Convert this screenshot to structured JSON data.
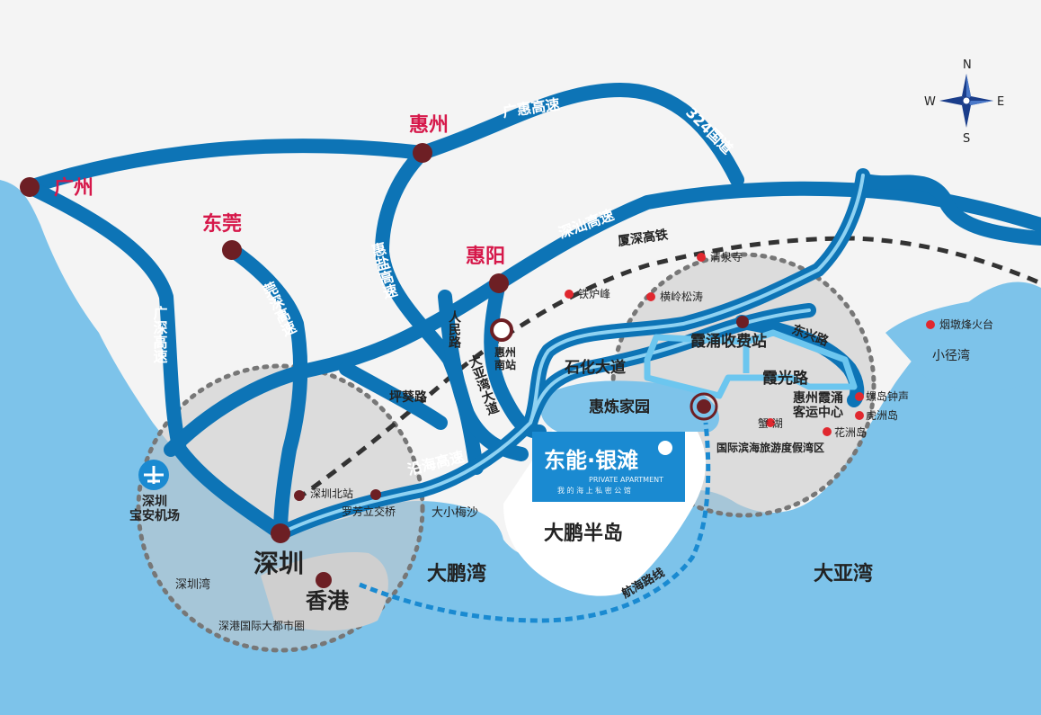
{
  "colors": {
    "sea": "#7dc3ea",
    "land": "#f4f4f4",
    "peninsula": "#ffffff",
    "circle_fill": "#cfcfcf",
    "road": "#0d74b6",
    "road_light": "#6cc6ef",
    "city_dot": "#6d1f24",
    "city_label": "#d6184a",
    "poi_dot": "#e0282f",
    "railway": "#333333",
    "brand_box": "#1a8ad1"
  },
  "cities": {
    "guangzhou": "广州",
    "huizhou": "惠州",
    "dongguan": "东莞",
    "huiyang": "惠阳",
    "shenzhen": "深圳",
    "hongkong": "香港"
  },
  "roads": {
    "guanghui": "广惠高速",
    "g324": "324国道",
    "shenshan": "深汕高速",
    "xiashen_rail": "厦深高铁",
    "guangshen": "广深高速",
    "guanshen": "莞深高速",
    "huiyan": "惠盐高速",
    "renmin": "人民路",
    "dayawan": "大亚湾大道",
    "pingkui": "坪葵路",
    "yanhai": "沿海高速",
    "shihua": "石化大道",
    "dongxing": "东兴路",
    "xiaguang": "霞光路",
    "ferry": "航海路线"
  },
  "stations": {
    "huizhou_south": "惠州\n南站",
    "shenzhen_north": "深圳北站",
    "luofang": "罗芳立交桥",
    "toll": "霞涌收费站"
  },
  "airport": "深圳\n宝安机场",
  "pois": {
    "qingquan": "清泉寺",
    "tielu": "铁炉峰",
    "hengling": "横岭松涛",
    "yandun": "烟墩烽火台",
    "luodao": "螺岛钟声",
    "hengzhou": "虎洲岛",
    "huazhou": "花洲岛",
    "xiehu": "蟹 湖",
    "ferry_center": "惠州霞涌\n客运中心",
    "huilian": "惠炼家园",
    "resort": "国际滨海旅游度假湾区"
  },
  "water": {
    "shenzhen_bay": "深圳湾",
    "dapeng_bay": "大鹏湾",
    "daya_bay": "大亚湾",
    "xiaojing_bay": "小径湾",
    "daxiaomeisha": "大小梅沙",
    "dapeng_peninsula": "大鹏半岛"
  },
  "circle_label": "深港国际大都市圈",
  "brand": {
    "name": "东能·银滩",
    "en": "PRIVATE APARTMENT",
    "slogan": "我 的 海 上 私 密 公 馆"
  },
  "compass": {
    "n": "N",
    "s": "S",
    "e": "E",
    "w": "W"
  }
}
